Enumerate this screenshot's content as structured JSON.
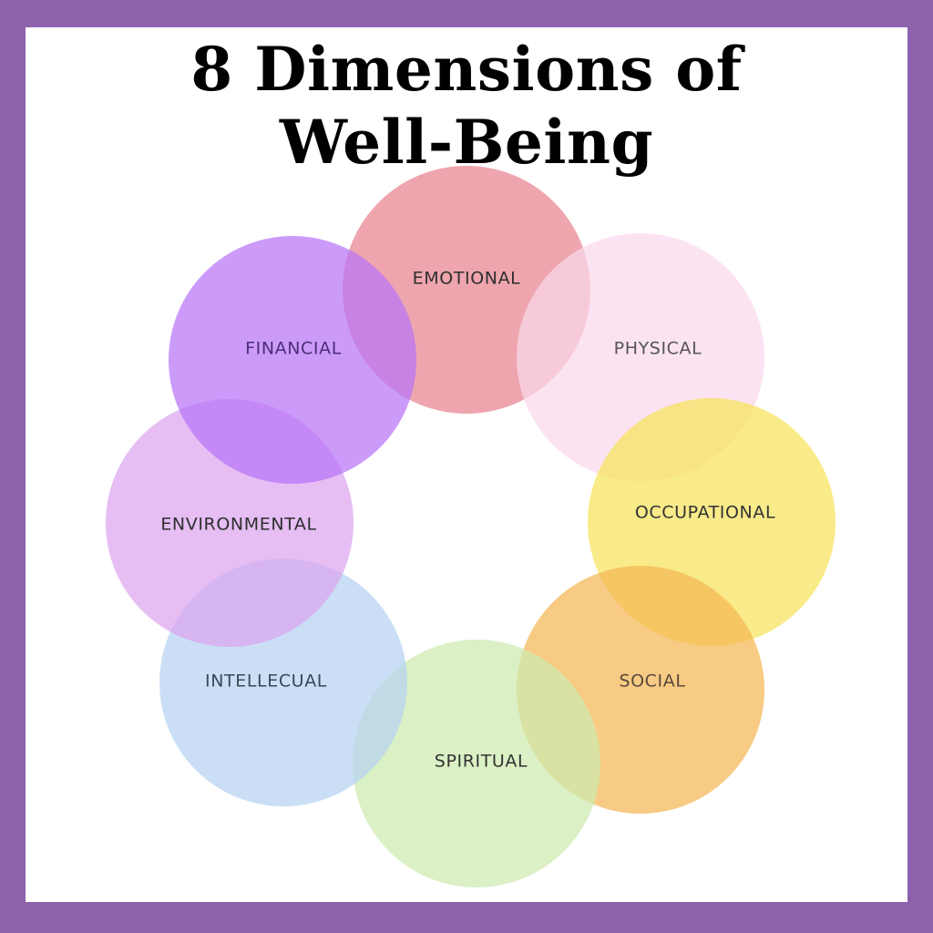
{
  "title": {
    "line1": "8 Dimensions of",
    "line2": "Well-Being"
  },
  "colors": {
    "frame": "#8c62ad",
    "background": "#ffffff",
    "title": "#000000"
  },
  "dimensions": [
    {
      "id": "emotional",
      "label": "EMOTIONAL",
      "fill": "#e8828f",
      "text_color": "#2f2f2f"
    },
    {
      "id": "physical",
      "label": "PHYSICAL",
      "fill": "#fbd8ec",
      "text_color": "#555555"
    },
    {
      "id": "occupational",
      "label": "OCCUPATIONAL",
      "fill": "#f7e35c",
      "text_color": "#333333"
    },
    {
      "id": "social",
      "label": "SOCIAL",
      "fill": "#f4b755",
      "text_color": "#5a4a3a"
    },
    {
      "id": "spiritual",
      "label": "SPIRITUAL",
      "fill": "#cdeaaf",
      "text_color": "#333333"
    },
    {
      "id": "intellecual",
      "label": "INTELLECUAL",
      "fill": "#b6d2f3",
      "text_color": "#3a4756"
    },
    {
      "id": "environmental",
      "label": "ENVIRONMENTAL",
      "fill": "#dca5ef",
      "text_color": "#2f2f2f"
    },
    {
      "id": "financial",
      "label": "FINANCIAL",
      "fill": "#b875f8",
      "text_color": "#4b2e78"
    }
  ]
}
